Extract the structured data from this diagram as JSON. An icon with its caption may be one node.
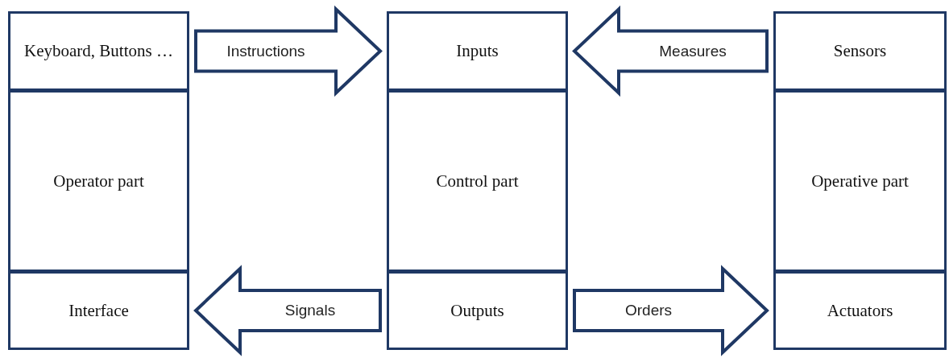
{
  "diagram": {
    "nodes": [
      {
        "text": [
          "Keyboard, Buttons …"
        ]
      },
      {
        "text": [
          "Operator part"
        ]
      },
      {
        "text": [
          "Interface"
        ]
      },
      {
        "text": [
          "Inputs"
        ]
      },
      {
        "text": [
          "Control part"
        ]
      },
      {
        "text": [
          "Outputs"
        ]
      },
      {
        "text": [
          "Sensors"
        ]
      },
      {
        "text": [
          "Operative part"
        ]
      },
      {
        "text": [
          "Actuators"
        ]
      }
    ],
    "edges": [
      {
        "from": 0,
        "to": 3,
        "arrow": "to",
        "label": "Instructions",
        "style": "thick"
      },
      {
        "from": 6,
        "to": 3,
        "arrow": "to",
        "label": "Measures",
        "style": "thick"
      },
      {
        "from": 5,
        "to": 2,
        "arrow": "to",
        "label": "Signals",
        "style": "thick"
      },
      {
        "from": 5,
        "to": 8,
        "arrow": "to",
        "label": "Orders",
        "style": "thick"
      }
    ]
  }
}
